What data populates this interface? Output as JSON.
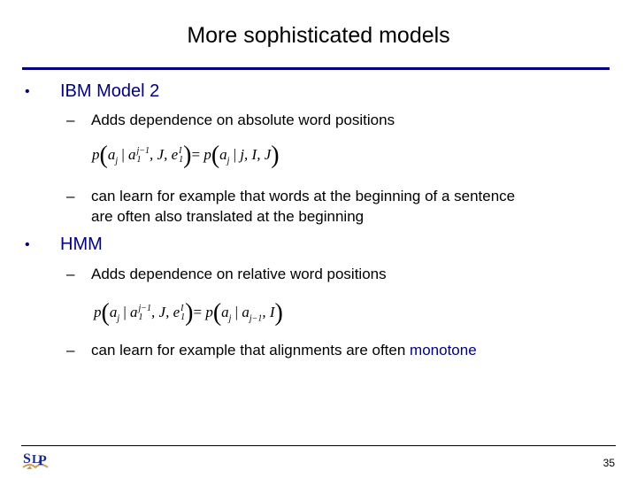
{
  "slide": {
    "title": "More sophisticated models",
    "page_number": "35",
    "colors": {
      "accent": "#000080",
      "rule": "#000080",
      "text": "#000000"
    }
  },
  "sections": [
    {
      "heading": "IBM Model 2",
      "items": [
        {
          "text": "Adds dependence on absolute word positions"
        },
        {
          "text_line1": "can learn for example that words at the beginning of a sentence",
          "text_line2": "are often also translated at the beginning"
        }
      ],
      "formula": {
        "lhs_p": "p",
        "lhs_arg": "a",
        "lhs_arg_sub": "j",
        "lhs_cond1": "a",
        "lhs_cond1_sup": "j−1",
        "lhs_cond1_sub": "1",
        "lhs_rest": ", J, e",
        "lhs_e_sup": "I",
        "lhs_e_sub": "1",
        "eq": "=",
        "rhs_p": "p",
        "rhs_arg": "a",
        "rhs_arg_sub": "j",
        "rhs_cond": " j, I, J"
      }
    },
    {
      "heading": "HMM",
      "items": [
        {
          "text": "Adds dependence on relative word positions"
        },
        {
          "text_prefix": "can learn for example that alignments are often ",
          "text_accent": "monotone"
        }
      ],
      "formula": {
        "lhs_p": "p",
        "lhs_arg": "a",
        "lhs_arg_sub": "j",
        "lhs_cond1": "a",
        "lhs_cond1_sup": "j−1",
        "lhs_cond1_sub": "1",
        "lhs_rest": ", J, e",
        "lhs_e_sup": "I",
        "lhs_e_sub": "1",
        "eq": "=",
        "rhs_p": "p",
        "rhs_arg": "a",
        "rhs_arg_sub": "j",
        "rhs_cond_a": "a",
        "rhs_cond_a_sub": "j−1",
        "rhs_cond_rest": ", I"
      }
    }
  ],
  "bullets": {
    "level1": "•",
    "level2": "–"
  },
  "logo": {
    "text": "SLP"
  }
}
